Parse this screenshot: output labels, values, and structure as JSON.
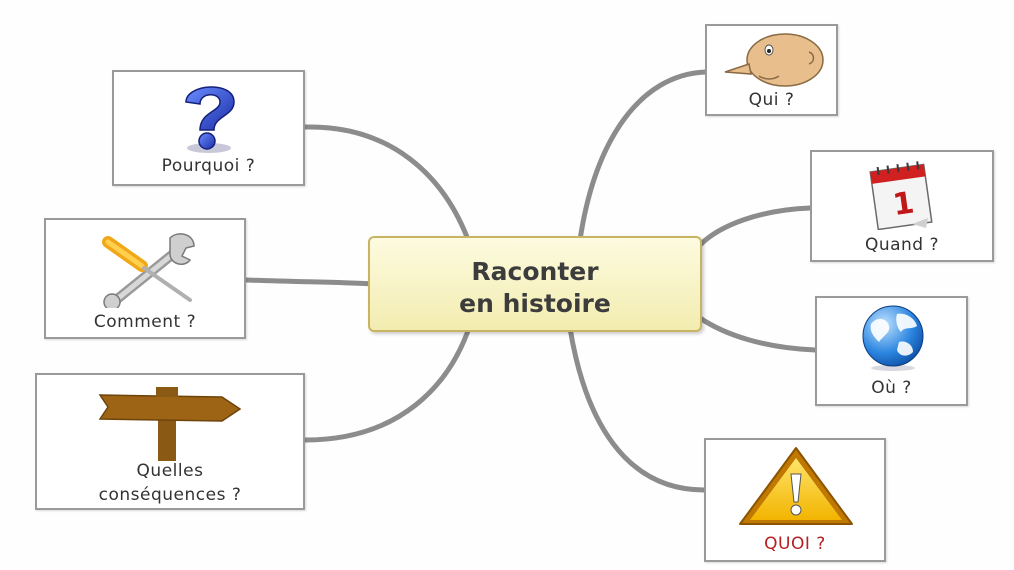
{
  "central": {
    "line1": "Raconter",
    "line2": "en histoire"
  },
  "branches": {
    "pourquoi": {
      "label": "Pourquoi ?",
      "icon": "question-mark-icon"
    },
    "comment": {
      "label": "Comment ?",
      "icon": "tools-icon"
    },
    "consequences": {
      "line1": "Quelles",
      "line2": "conséquences ?",
      "icon": "signpost-icon"
    },
    "qui": {
      "label": "Qui ?",
      "icon": "face-icon"
    },
    "quand": {
      "label": "Quand ?",
      "icon": "calendar-icon"
    },
    "ou": {
      "label": "Où ?",
      "icon": "globe-icon"
    },
    "quoi": {
      "label": "QUOI ?",
      "icon": "warning-icon",
      "label_color": "#b52020"
    }
  },
  "colors": {
    "connector": "#8c8c8c",
    "central_border": "#c9b463",
    "central_fill": "#f8f3c8"
  }
}
